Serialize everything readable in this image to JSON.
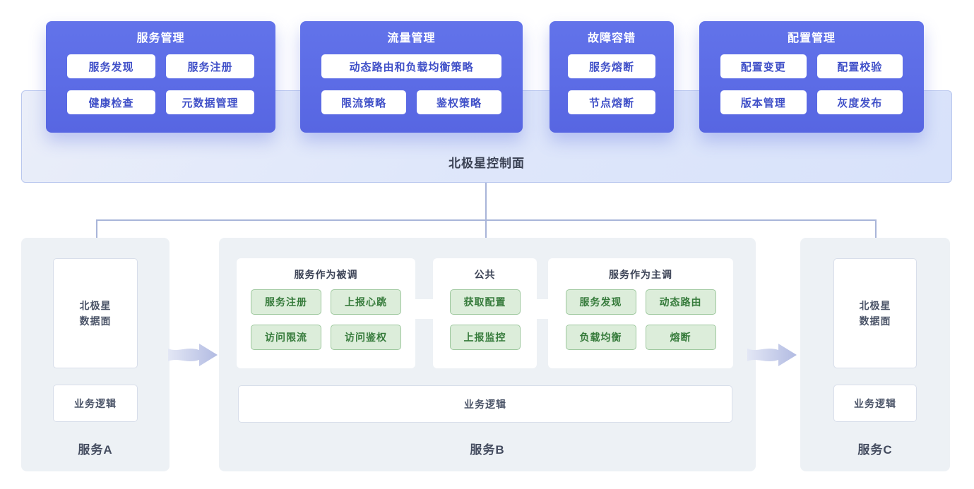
{
  "control_plane": {
    "label": "北极星控制面",
    "cards": [
      {
        "title": "服务管理",
        "items": [
          "服务发现",
          "服务注册",
          "健康检查",
          "元数据管理"
        ]
      },
      {
        "title": "流量管理",
        "items": [
          "动态路由和负载均衡策略",
          "限流策略",
          "鉴权策略"
        ]
      },
      {
        "title": "故障容错",
        "items": [
          "服务熔断",
          "节点熔断"
        ]
      },
      {
        "title": "配置管理",
        "items": [
          "配置变更",
          "配置校验",
          "版本管理",
          "灰度发布"
        ]
      }
    ]
  },
  "services": {
    "a": {
      "name": "服务A",
      "data_plane": "北极星\n数据面",
      "logic": "业务逻辑"
    },
    "b": {
      "name": "服务B",
      "logic": "业务逻辑",
      "panels": [
        {
          "title": "服务作为被调",
          "items": [
            "服务注册",
            "上报心跳",
            "访问限流",
            "访问鉴权"
          ]
        },
        {
          "title": "公共",
          "items": [
            "获取配置",
            "上报监控"
          ]
        },
        {
          "title": "服务作为主调",
          "items": [
            "服务发现",
            "动态路由",
            "负载均衡",
            "熔断"
          ]
        }
      ]
    },
    "c": {
      "name": "服务C",
      "data_plane": "北极星\n数据面",
      "logic": "业务逻辑"
    }
  },
  "colors": {
    "card_purple": "#5d6be4",
    "card_item_text": "#4050c8",
    "band_fill": "#dde5f9",
    "band_border": "#b9c7ee",
    "connector_line": "#a9b5d9",
    "container_gray": "#edf1f5",
    "capability_green_fill": "#dcedda",
    "capability_green_border": "#9ec89e",
    "capability_green_text": "#367b3b",
    "arrow_fill": "#b2bbe2"
  }
}
